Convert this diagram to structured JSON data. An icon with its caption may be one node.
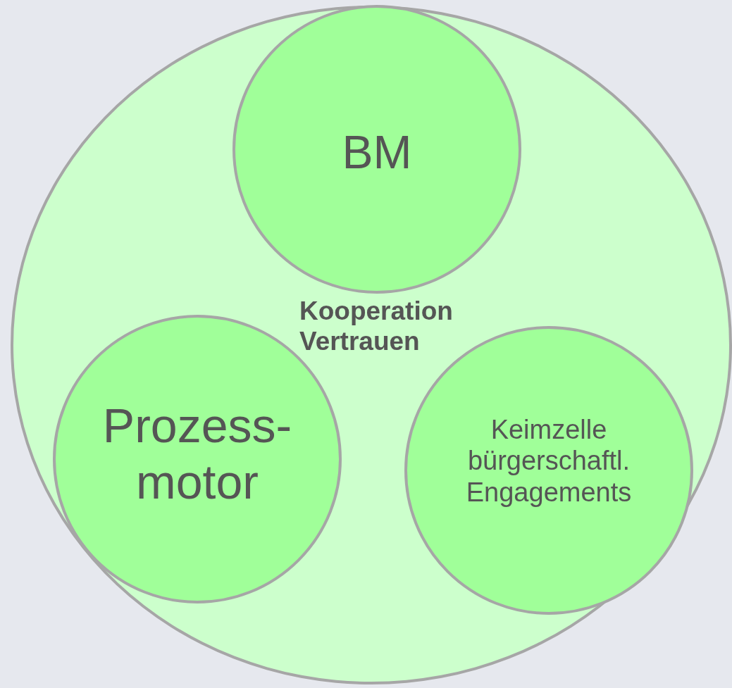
{
  "diagram": {
    "nodes": [
      {
        "text": [
          "Kooperation Vertrauen"
        ]
      },
      {
        "text": [
          "BM"
        ],
        "in": 0
      },
      {
        "text": [
          "Prozess- motor"
        ],
        "in": 0
      },
      {
        "text": [
          "Keimzelle bürgerschaftl. Engagements"
        ],
        "in": 0
      }
    ]
  }
}
